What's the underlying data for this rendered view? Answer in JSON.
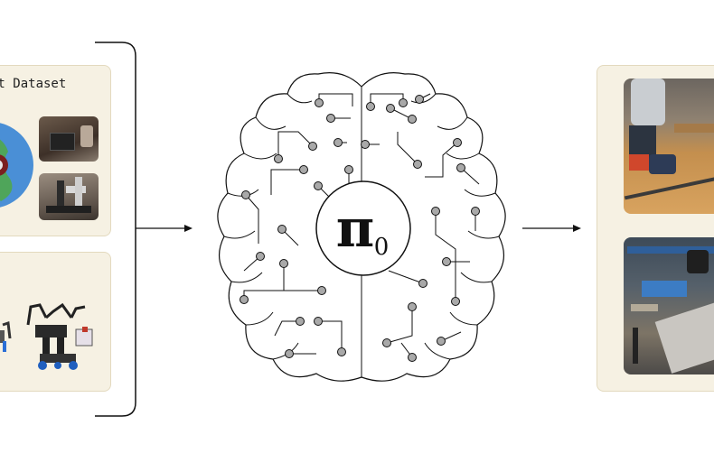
{
  "left_panel": {
    "title": "nt Dataset"
  },
  "center": {
    "symbol": "π",
    "subscript": "0"
  },
  "colors": {
    "panel_bg": "#f6f1e3",
    "panel_border": "#e3d9be",
    "line": "#111111",
    "node_fill": "#a9a9a9"
  }
}
